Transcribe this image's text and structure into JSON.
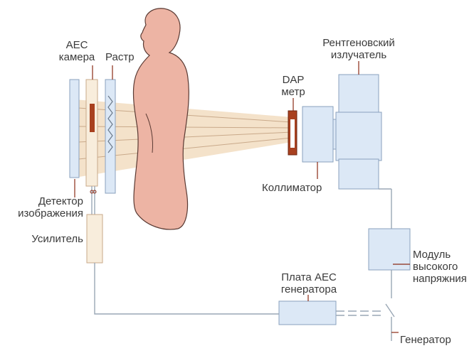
{
  "labels": {
    "aec_camera": [
      "АЕС",
      "камера"
    ],
    "grid": "Растр",
    "image_detector": [
      "Детектор",
      "изображения"
    ],
    "amplifier": "Усилитель",
    "dap_meter": [
      "DAP",
      "метр"
    ],
    "collimator": "Коллиматор",
    "xray_tube": [
      "Рентгеновский",
      "излучатель"
    ],
    "hv_module": [
      "Модуль",
      "высокого",
      "напряжния"
    ],
    "aec_board": [
      "Плата АЕС",
      "генератора"
    ],
    "generator": "Генератор"
  },
  "colors": {
    "component_fill": "#dce8f6",
    "component_stroke": "#8aa1bd",
    "beam": "#f3dfc4",
    "pointer": "#8a2a15",
    "skin": "#edb4a4",
    "skin_outline": "#5a3a33",
    "wire": "#9aa7b5",
    "label": "#3a3a3a",
    "detector_frame": "#f8eddc"
  }
}
